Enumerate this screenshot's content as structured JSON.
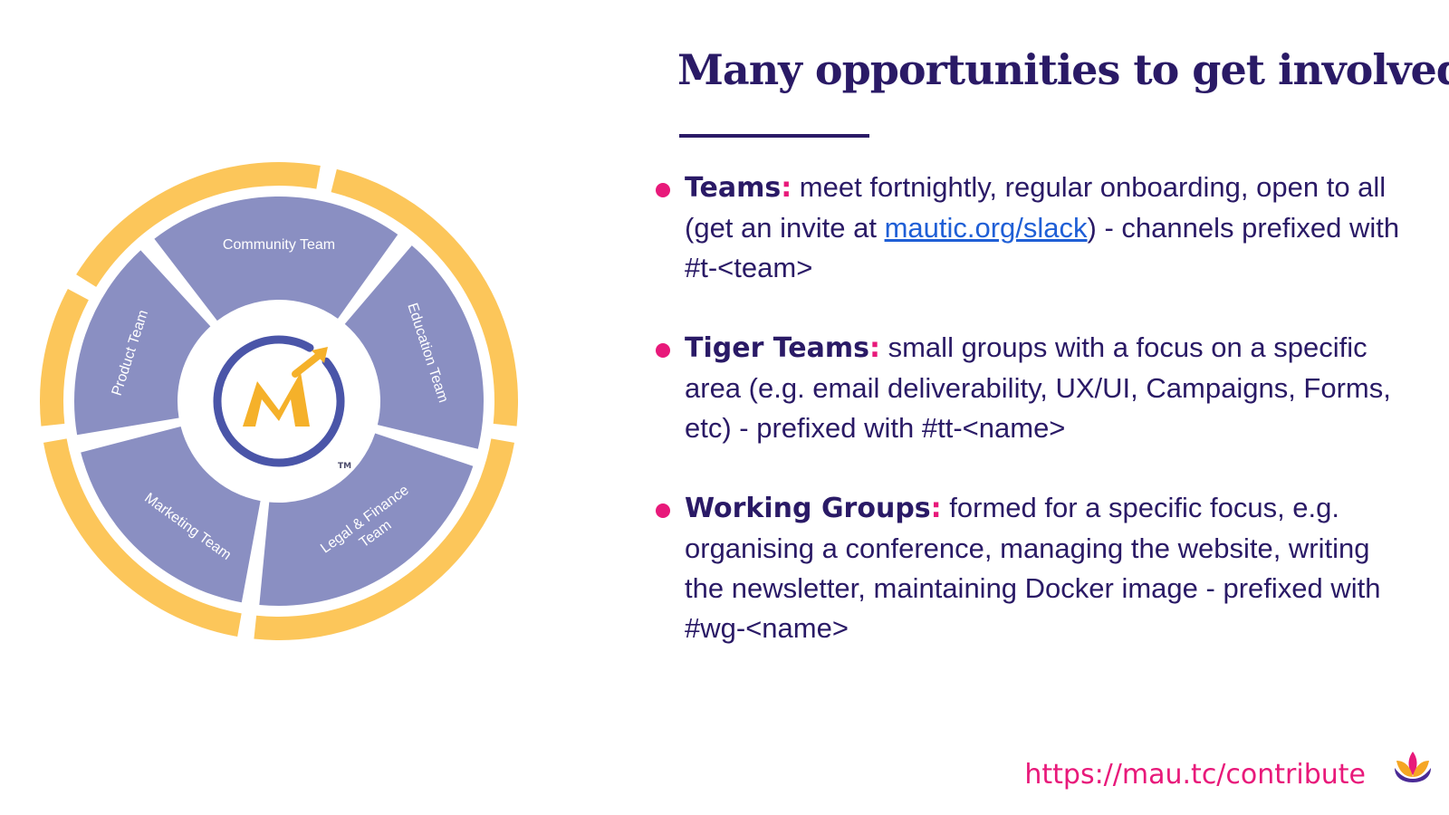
{
  "slide": {
    "title": "Many opportunities to get involved!",
    "footer_url": "https://mau.tc/contribute"
  },
  "diagram": {
    "segments": [
      {
        "label_lines": [
          "Community Team"
        ]
      },
      {
        "label_lines": [
          "Education Team"
        ]
      },
      {
        "label_lines": [
          "Legal & Finance",
          "Team"
        ]
      },
      {
        "label_lines": [
          "Marketing Team"
        ]
      },
      {
        "label_lines": [
          "Product Team"
        ]
      }
    ],
    "trademark": "TM",
    "colors": {
      "segment": "#8a8fc2",
      "ring": "#fcc65a",
      "logo_ring": "#4a55a8",
      "logo_m": "#f5b12a"
    }
  },
  "bullets": [
    {
      "term": "Teams",
      "colon": ":",
      "text_before": " meet fortnightly, regular onboarding, open to all (get an invite at ",
      "link_text": "mautic.org/slack",
      "text_after": ") - channels prefixed with #t-<team>"
    },
    {
      "term": "Tiger Teams",
      "colon": ":",
      "text_before": " small groups with a focus on a specific area (e.g. email deliverability, UX/UI, Campaigns, Forms, etc) - prefixed with #tt-<name>",
      "link_text": "",
      "text_after": ""
    },
    {
      "term": "Working Groups",
      "colon": ":",
      "text_before": " formed for a specific focus, e.g. organising a conference, managing the website, writing the newsletter, maintaining Docker image - prefixed with #wg-<name>",
      "link_text": "",
      "text_after": ""
    }
  ],
  "colors": {
    "title": "#2a1a66",
    "accent": "#e8197a",
    "link": "#1f5fd6"
  }
}
